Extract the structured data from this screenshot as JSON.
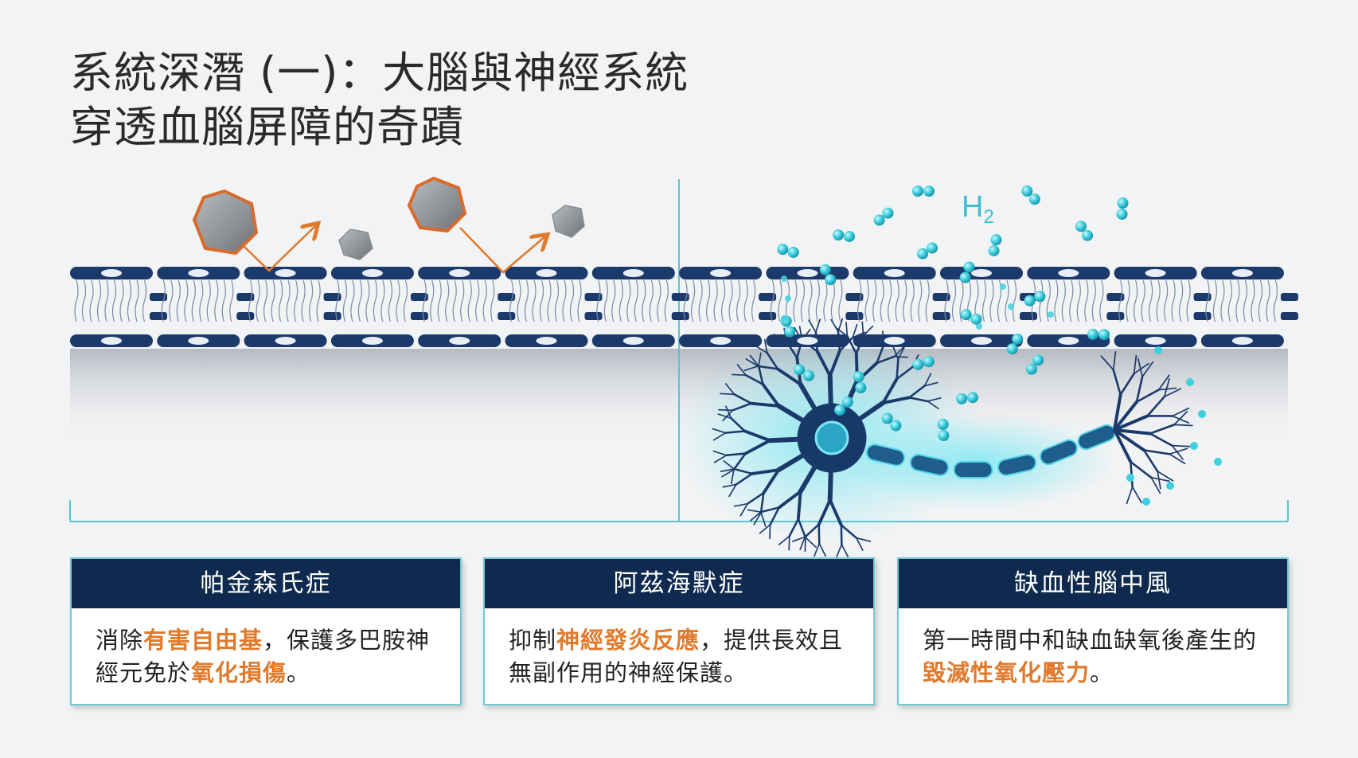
{
  "title": {
    "line1": "系統深潛 (一)：大腦與神經系統",
    "line2": "穿透血腦屏障的奇蹟"
  },
  "diagram": {
    "h2_label_main": "H",
    "h2_label_sub": "2",
    "colors": {
      "membrane": "#1b3a6b",
      "radical_border": "#d96a2b",
      "arrow": "#e07a2c",
      "hydrogen": "#3fd0e0",
      "frame_line": "#5cc3cf",
      "card_header": "#0f2a4e",
      "highlight": "#e07a2c"
    }
  },
  "cards": [
    {
      "title": "帕金森氏症",
      "parts": [
        {
          "t": "消除",
          "h": false
        },
        {
          "t": "有害自由基",
          "h": true
        },
        {
          "t": "，保護多巴胺神經元免於",
          "h": false
        },
        {
          "t": "氧化損傷",
          "h": true
        },
        {
          "t": "。",
          "h": false
        }
      ]
    },
    {
      "title": "阿茲海默症",
      "parts": [
        {
          "t": "抑制",
          "h": false
        },
        {
          "t": "神經發炎反應",
          "h": true
        },
        {
          "t": "，提供長效且無副作用的神經保護。",
          "h": false
        }
      ]
    },
    {
      "title": "缺血性腦中風",
      "parts": [
        {
          "t": "第一時間中和缺血缺氧後產生的",
          "h": false
        },
        {
          "t": "毀滅性氧化壓力",
          "h": true
        },
        {
          "t": "。",
          "h": false
        }
      ]
    }
  ]
}
